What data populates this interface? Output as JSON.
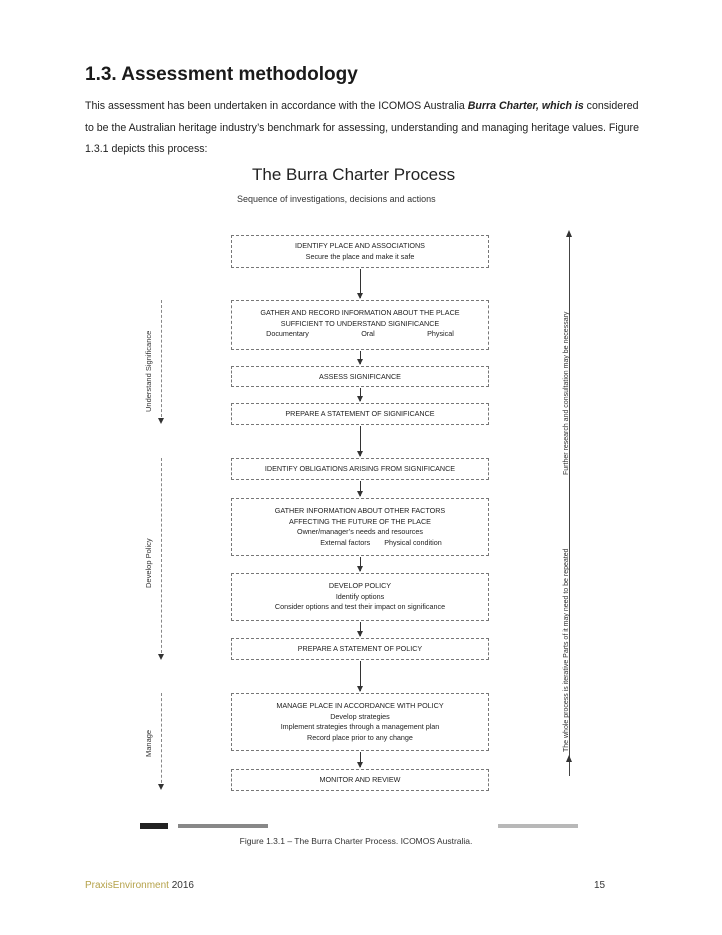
{
  "section": {
    "heading": "1.3. Assessment methodology",
    "para_pre": "This assessment has been undertaken in accordance with the ICOMOS Australia ",
    "para_bold": "Burra Charter, which is",
    "para_post": " considered to be the Australian heritage industry’s benchmark for assessing, understanding and managing heritage values.  Figure 1.3.1 depicts this process:"
  },
  "figure": {
    "title": "The Burra Charter Process",
    "subtitle": "Sequence of investigations, decisions and actions",
    "boxes": [
      {
        "lines": [
          "IDENTIFY PLACE AND ASSOCIATIONS",
          "Secure the place and make it safe"
        ]
      },
      {
        "lines": [
          "GATHER AND RECORD INFORMATION ABOUT THE PLACE",
          "SUFFICIENT TO UNDERSTAND SIGNIFICANCE"
        ],
        "row": [
          "Documentary",
          "Oral",
          "Physical"
        ]
      },
      {
        "lines": [
          "ASSESS SIGNIFICANCE"
        ]
      },
      {
        "lines": [
          "PREPARE A STATEMENT OF SIGNIFICANCE"
        ]
      },
      {
        "lines": [
          "IDENTIFY OBLIGATIONS ARISING FROM SIGNIFICANCE"
        ]
      },
      {
        "lines": [
          "GATHER INFORMATION ABOUT OTHER FACTORS",
          "AFFECTING THE FUTURE OF THE PLACE",
          "Owner/manager’s needs and resources"
        ],
        "row": [
          "External factors",
          "Physical condition"
        ]
      },
      {
        "lines": [
          "DEVELOP POLICY",
          "Identify options",
          "Consider options and test their impact on significance"
        ]
      },
      {
        "lines": [
          "PREPARE A STATEMENT OF POLICY"
        ]
      },
      {
        "lines": [
          "MANAGE PLACE IN ACCORDANCE WITH POLICY",
          "Develop strategies",
          "Implement strategies through a management plan",
          "Record place prior to any change"
        ]
      },
      {
        "lines": [
          "MONITOR AND REVIEW"
        ]
      }
    ],
    "left_labels": {
      "understand": "Understand Significance",
      "develop": "Develop Policy",
      "manage": "Manage"
    },
    "right_label_1": "Further research and consultation may be necessary",
    "right_label_2": "The whole process is iterative    Parts of it may need to be repeated"
  },
  "caption": "Figure 1.3.1 – The Burra Charter Process.  ICOMOS Australia.",
  "footer": {
    "brand": "PraxisEnvironment",
    "year": "2016",
    "page": "15"
  }
}
